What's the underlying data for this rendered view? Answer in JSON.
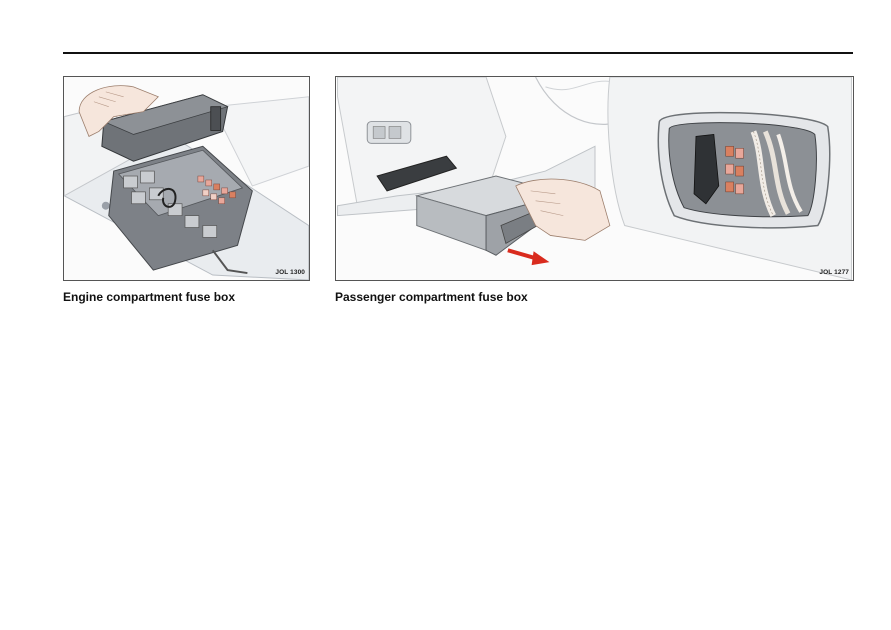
{
  "figures": [
    {
      "caption": "Engine compartment fuse box",
      "code": "JOL 1300"
    },
    {
      "caption": "Passenger compartment fuse box",
      "code": "JOL 1277"
    }
  ],
  "colors": {
    "rule": "#111111",
    "frame": "#555555",
    "arrow": "#d92b1e",
    "fuse_pink": "#e8a79a",
    "fuse_orange": "#d98060",
    "box_grey": "#8a8d92"
  }
}
